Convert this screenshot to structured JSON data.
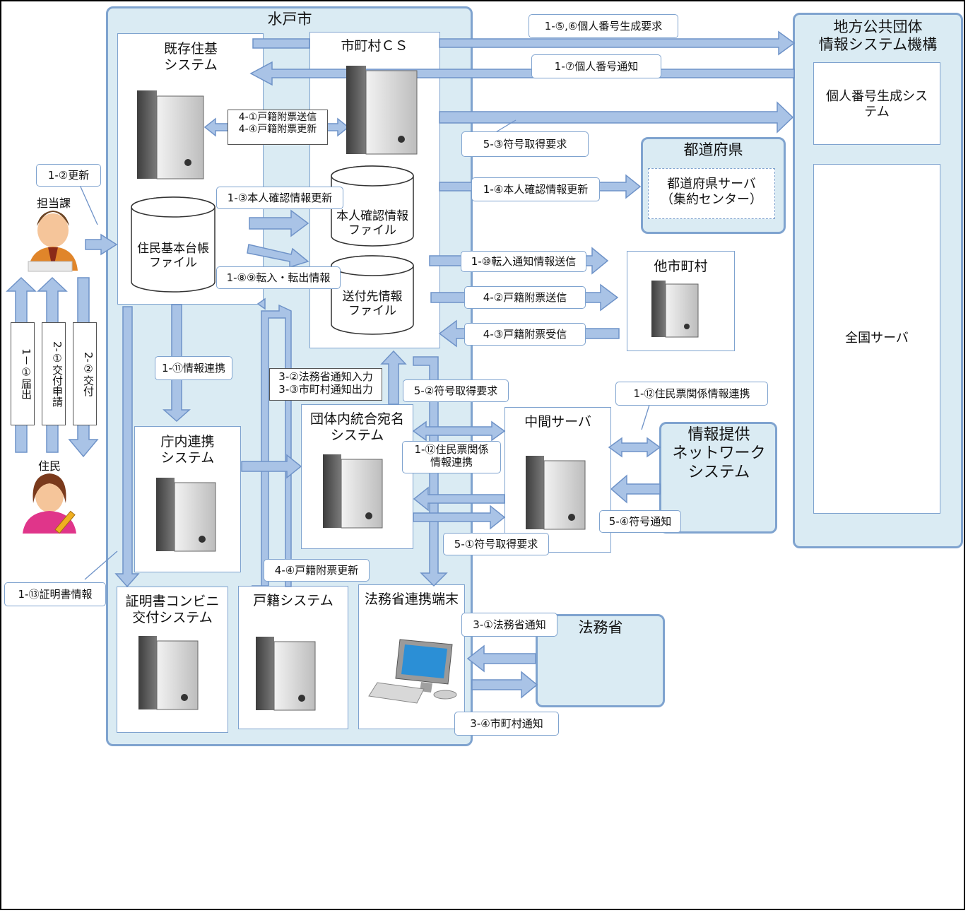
{
  "regions": {
    "mito": "水戸市",
    "jlis": "地方公共団体\n情報システム機構",
    "pref": "都道府県",
    "moj": "法務省"
  },
  "systems": {
    "jyuki": "既存住基\nシステム",
    "cs": "市町村ＣＳ",
    "honnin_file": "本人確認情報\nファイル",
    "sofu_file": "送付先情報\nファイル",
    "jyumin_file": "住民基本台帳\nファイル",
    "pref_server": "都道府県サーバ\n（集約センター）",
    "other_muni": "他市町村",
    "id_gen": "個人番号生成シス\nテム",
    "national": "全国サーバ",
    "chonai": "庁内連携\nシステム",
    "atena": "団体内統合宛名\nシステム",
    "chukan": "中間サーバ",
    "netsys": "情報提供\nネットワーク\nシステム",
    "conveni": "証明書コンビニ\n交付システム",
    "koseki": "戸籍システム",
    "moj_terminal": "法務省連携端末"
  },
  "actors": {
    "staff": "担当課",
    "resident": "住民"
  },
  "flows": {
    "f1_5_6": "1-⑤,⑥個人番号生成要求",
    "f1_7": "1-⑦個人番号通知",
    "f5_3": "5-③符号取得要求",
    "f1_4": "1-④本人確認情報更新",
    "f4_1_4": "4-①戸籍附票送信\n4-④戸籍附票更新",
    "f1_2": "1-②更新",
    "f1_3": "1-③本人確認情報更新",
    "f1_8_9": "1-⑧⑨転入・転出情報",
    "f1_10": "1-⑩転入通知情報送信",
    "f4_2": "4-②戸籍附票送信",
    "f4_3": "4-③戸籍附票受信",
    "f1_11": "1-⑪情報連携",
    "f3_2_3": "3-②法務省通知入力\n3-③市町村通知出力",
    "f5_2": "5-②符号取得要求",
    "f1_12_top": "1-⑫住民票関係情報連携",
    "f1_12_mid": "1-⑫住民票関係\n情報連携",
    "f5_4": "5-④符号通知",
    "f5_1": "5-①符号取得要求",
    "f4_4": "4-④戸籍附票更新",
    "f1_13": "1-⑬証明書情報",
    "f3_1": "3-①法務省通知",
    "f3_4": "3-④市町村通知",
    "v1_1": "1－①届出",
    "v2_1": "2-①交付申請",
    "v2_2": "2-②交付"
  },
  "colors": {
    "region_fill": "#daebf3",
    "region_border": "#7fa3cf",
    "arrow_fill": "#a9c3e6",
    "arrow_stroke": "#6f93c8"
  }
}
